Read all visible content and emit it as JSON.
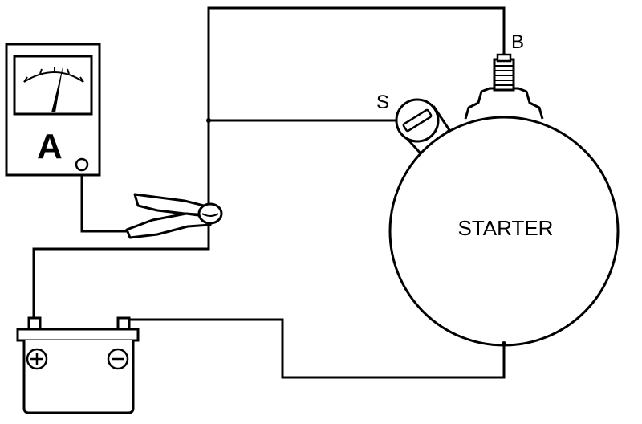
{
  "diagram": {
    "ammeter_label": "A",
    "terminal_b_label": "B",
    "terminal_s_label": "S",
    "starter_label": "STARTER"
  },
  "colors": {
    "line": "#000000",
    "background": "#ffffff"
  }
}
